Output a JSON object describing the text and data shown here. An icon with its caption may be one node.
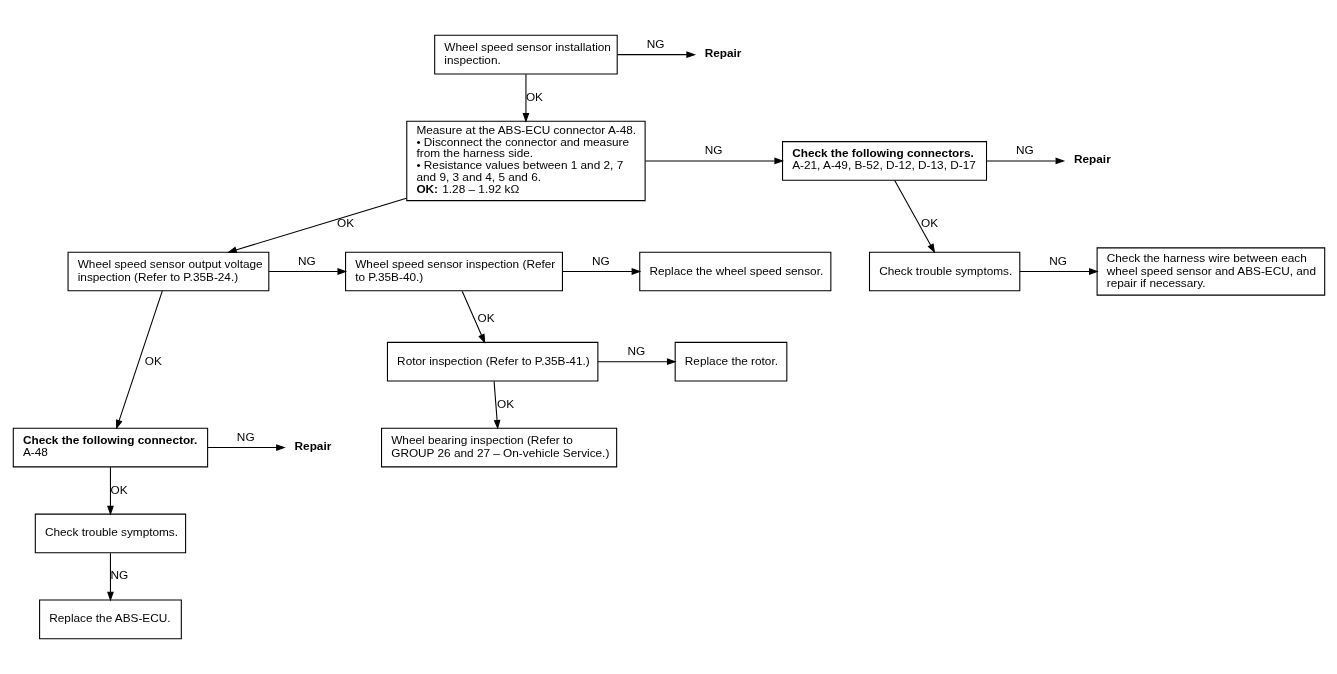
{
  "diagram": {
    "nodes": [
      {
        "text": [
          "Wheel speed sensor installation inspection."
        ]
      },
      {
        "text": [
          "Repair"
        ]
      },
      {
        "text": [
          "Measure at the ABS-ECU connector A-48.",
          "• Disconnect the connector and measure from the harness side.",
          "• Resistance values between 1 and 2, 7 and 9, 3 and 4, 5 and 6.",
          "**OK:** 1.28 – 1.92 kΩ"
        ]
      },
      {
        "text": [
          "Check the following connectors.",
          "A-21, A-49, B-52, D-12, D-13, D-17"
        ]
      },
      {
        "text": [
          "Repair"
        ]
      },
      {
        "text": [
          "Check trouble symptoms."
        ]
      },
      {
        "text": [
          "Check the harness wire between each wheel speed sensor and ABS-ECU, and repair if necessary."
        ]
      },
      {
        "text": [
          "Wheel speed sensor output voltage inspection (Refer to P.35B-24.)"
        ]
      },
      {
        "text": [
          "Wheel speed sensor inspection (Refer to P.35B-40.)"
        ]
      },
      {
        "text": [
          "Replace the wheel speed sensor."
        ]
      },
      {
        "text": [
          "Rotor inspection (Refer to P.35B-41.)"
        ]
      },
      {
        "text": [
          "Replace the rotor."
        ]
      },
      {
        "text": [
          "Wheel bearing inspection (Refer to GROUP 26 and 27 – On-vehicle Service.)"
        ]
      },
      {
        "text": [
          "Check the following connector.",
          "A-48"
        ]
      },
      {
        "text": [
          "Repair"
        ]
      },
      {
        "text": [
          "Check trouble symptoms."
        ]
      },
      {
        "text": [
          "Replace the ABS-ECU."
        ]
      }
    ],
    "edges": [
      {
        "from": 0,
        "to": 1,
        "arrow": "to",
        "label": "NG"
      },
      {
        "from": 0,
        "to": 2,
        "arrow": "to",
        "label": "OK"
      },
      {
        "from": 2,
        "to": 3,
        "arrow": "to",
        "label": "NG"
      },
      {
        "from": 3,
        "to": 4,
        "arrow": "to",
        "label": "NG"
      },
      {
        "from": 3,
        "to": 5,
        "arrow": "to",
        "label": "OK"
      },
      {
        "from": 5,
        "to": 6,
        "arrow": "to",
        "label": "NG"
      },
      {
        "from": 2,
        "to": 7,
        "arrow": "to",
        "label": "OK"
      },
      {
        "from": 7,
        "to": 8,
        "arrow": "to",
        "label": "NG"
      },
      {
        "from": 8,
        "to": 9,
        "arrow": "to",
        "label": "NG"
      },
      {
        "from": 8,
        "to": 10,
        "arrow": "to",
        "label": "OK"
      },
      {
        "from": 10,
        "to": 11,
        "arrow": "to",
        "label": "NG"
      },
      {
        "from": 10,
        "to": 12,
        "arrow": "to",
        "label": "OK"
      },
      {
        "from": 7,
        "to": 13,
        "arrow": "to",
        "label": "OK"
      },
      {
        "from": 13,
        "to": 14,
        "arrow": "to",
        "label": "NG"
      },
      {
        "from": 13,
        "to": 15,
        "arrow": "to",
        "label": "OK"
      },
      {
        "from": 15,
        "to": 16,
        "arrow": "to",
        "label": "NG"
      }
    ]
  }
}
